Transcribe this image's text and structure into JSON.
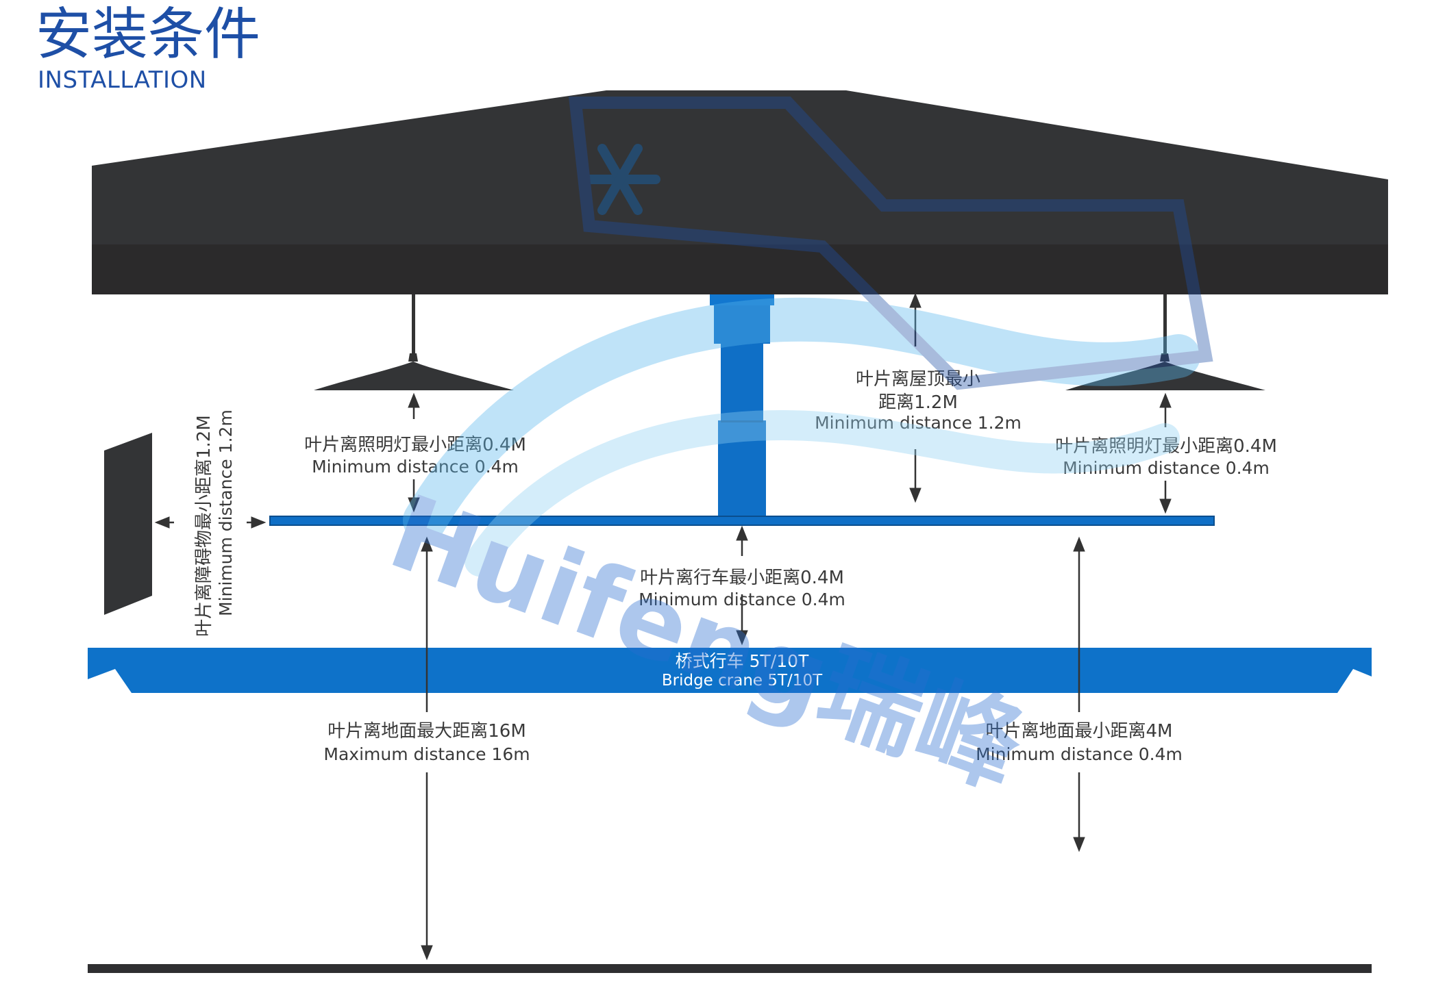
{
  "header": {
    "title_cn": "安装条件",
    "title_en": "INSTALLATION"
  },
  "labels": {
    "obstacle_cn": "叶片离障碍物最小距离1.2M",
    "obstacle_en": "Minimum distance 1.2m",
    "light_left_cn": "叶片离照明灯最小距离0.4M",
    "light_left_en": "Minimum distance 0.4m",
    "roof_cn_1": "叶片离屋顶最小",
    "roof_cn_2": "距离1.2M",
    "roof_en": "Minimum distance 1.2m",
    "light_right_cn": "叶片离照明灯最小距离0.4M",
    "light_right_en": "Minimum distance 0.4m",
    "crane_gap_cn": "叶片离行车最小距离0.4M",
    "crane_gap_en": "Minimum distance 0.4m",
    "crane_cn": "桥式行车  5T/10T",
    "crane_en": "Bridge crane 5T/10T",
    "ground_max_cn": "叶片离地面最大距离16M",
    "ground_max_en": "Maximum distance 16m",
    "ground_min_cn": "叶片离地面最小距离4M",
    "ground_min_en": "Minimum distance 0.4m"
  },
  "watermark": {
    "text": "Huifeng瑞峰"
  },
  "colors": {
    "brand_blue": "#1e4fa6",
    "roof_dark": "#333436",
    "roof_darker": "#2b2a2b",
    "fan_blue": "#0f6fc6",
    "crane_blue": "#0e72c9",
    "ground": "#2f2f31",
    "text": "#3a3a3a"
  }
}
